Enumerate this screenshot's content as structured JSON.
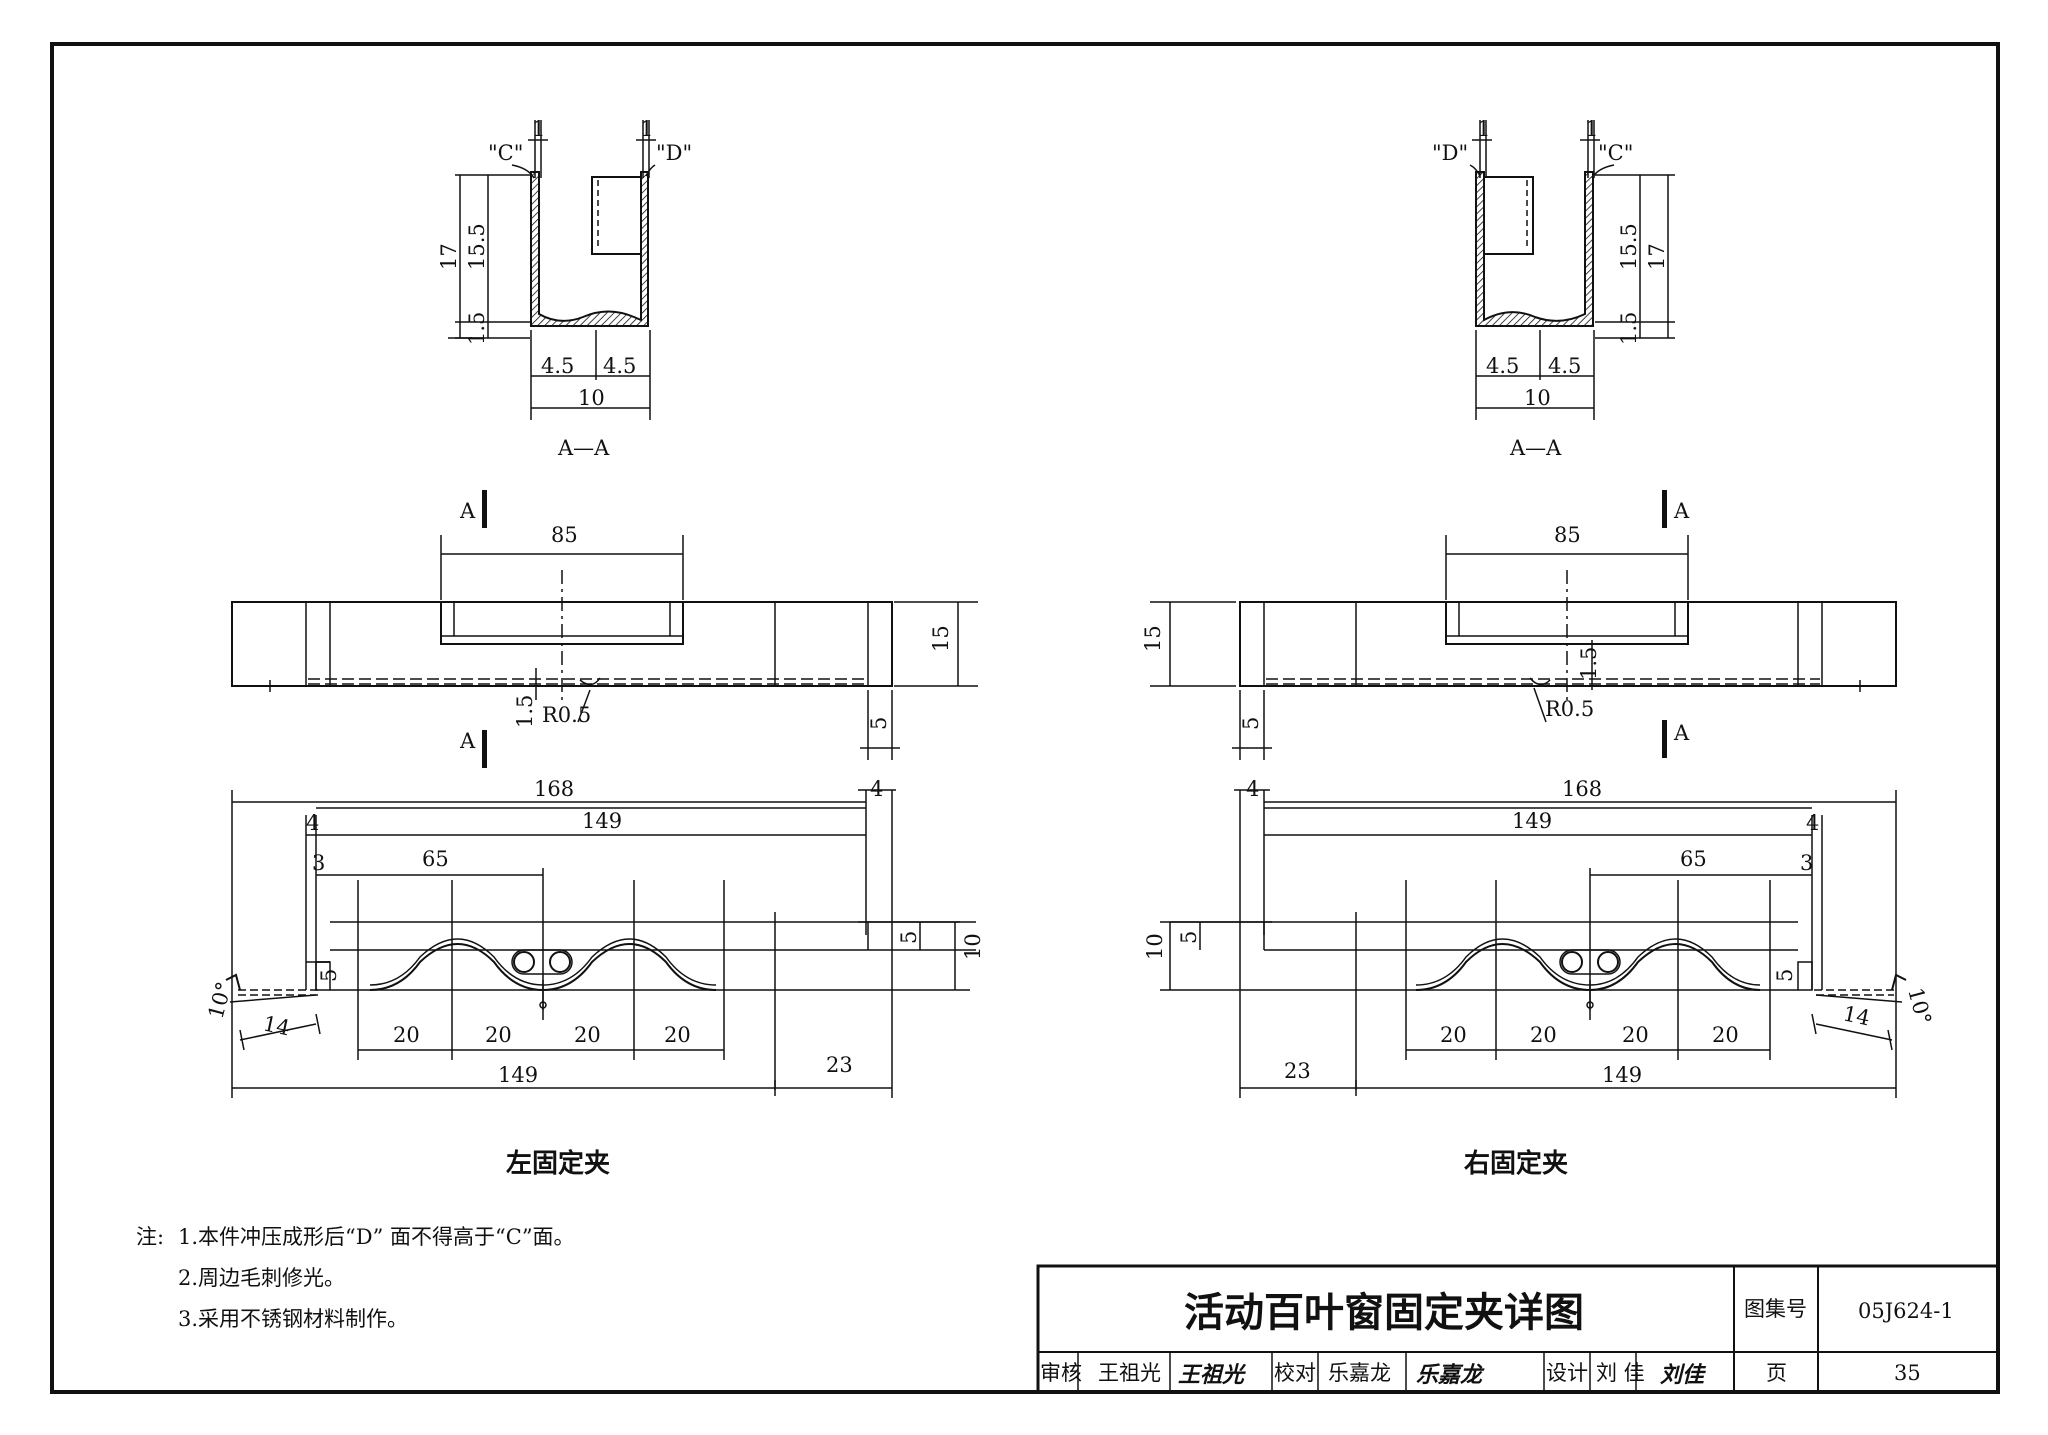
{
  "left": {
    "section_label": "A—A",
    "face_c": "\"C\"",
    "face_d": "\"D\"",
    "cut_marker": "A",
    "dims": {
      "t1": "1",
      "t2": "1",
      "h17": "17",
      "h155": "15.5",
      "h15s": "1.5",
      "w45a": "4.5",
      "w45b": "4.5",
      "w10": "10",
      "d85": "85",
      "d15": "15",
      "d15b": "1.5",
      "r05": "R0.5",
      "d5": "5",
      "d168": "168",
      "d4a": "4",
      "d149a": "149",
      "d4b": "4",
      "d3": "3",
      "d65": "65",
      "d5b": "5",
      "d10": "10",
      "d5c": "5",
      "ang": "10°",
      "d14": "14",
      "d20a": "20",
      "d20b": "20",
      "d20c": "20",
      "d20d": "20",
      "d149b": "149",
      "d23": "23"
    },
    "caption": "左固定夹"
  },
  "right": {
    "section_label": "A—A",
    "face_c": "\"C\"",
    "face_d": "\"D\"",
    "cut_marker": "A",
    "dims": {
      "t1": "1",
      "t2": "1",
      "h17": "17",
      "h155": "15.5",
      "h15s": "1.5",
      "w45a": "4.5",
      "w45b": "4.5",
      "w10": "10",
      "d85": "85",
      "d15": "15",
      "d15b": "1.5",
      "r05": "R0.5",
      "d5": "5",
      "d168": "168",
      "d4a": "4",
      "d149a": "149",
      "d4b": "4",
      "d3": "3",
      "d65": "65",
      "d5b": "5",
      "d10": "10",
      "d5c": "5",
      "ang": "10°",
      "d14": "14",
      "d20a": "20",
      "d20b": "20",
      "d20c": "20",
      "d20d": "20",
      "d149b": "149",
      "d23": "23"
    },
    "caption": "右固定夹"
  },
  "notes": {
    "prefix": "注:",
    "n1": "1.本件冲压成形后“D” 面不得高于“C”面。",
    "n2": "2.周边毛刺修光。",
    "n3": "3.采用不锈钢材料制作。"
  },
  "title_block": {
    "title": "活动百叶窗固定夹详图",
    "atlas_label": "图集号",
    "atlas_no": "05J624-1",
    "review_label": "审核",
    "reviewer": "王祖光",
    "reviewer_sig": "王祖光",
    "check_label": "校对",
    "checker": "乐嘉龙",
    "checker_sig": "乐嘉龙",
    "design_label": "设计",
    "designer": "刘 佳",
    "designer_sig": "刘佳",
    "page_label": "页",
    "page_no": "35"
  }
}
